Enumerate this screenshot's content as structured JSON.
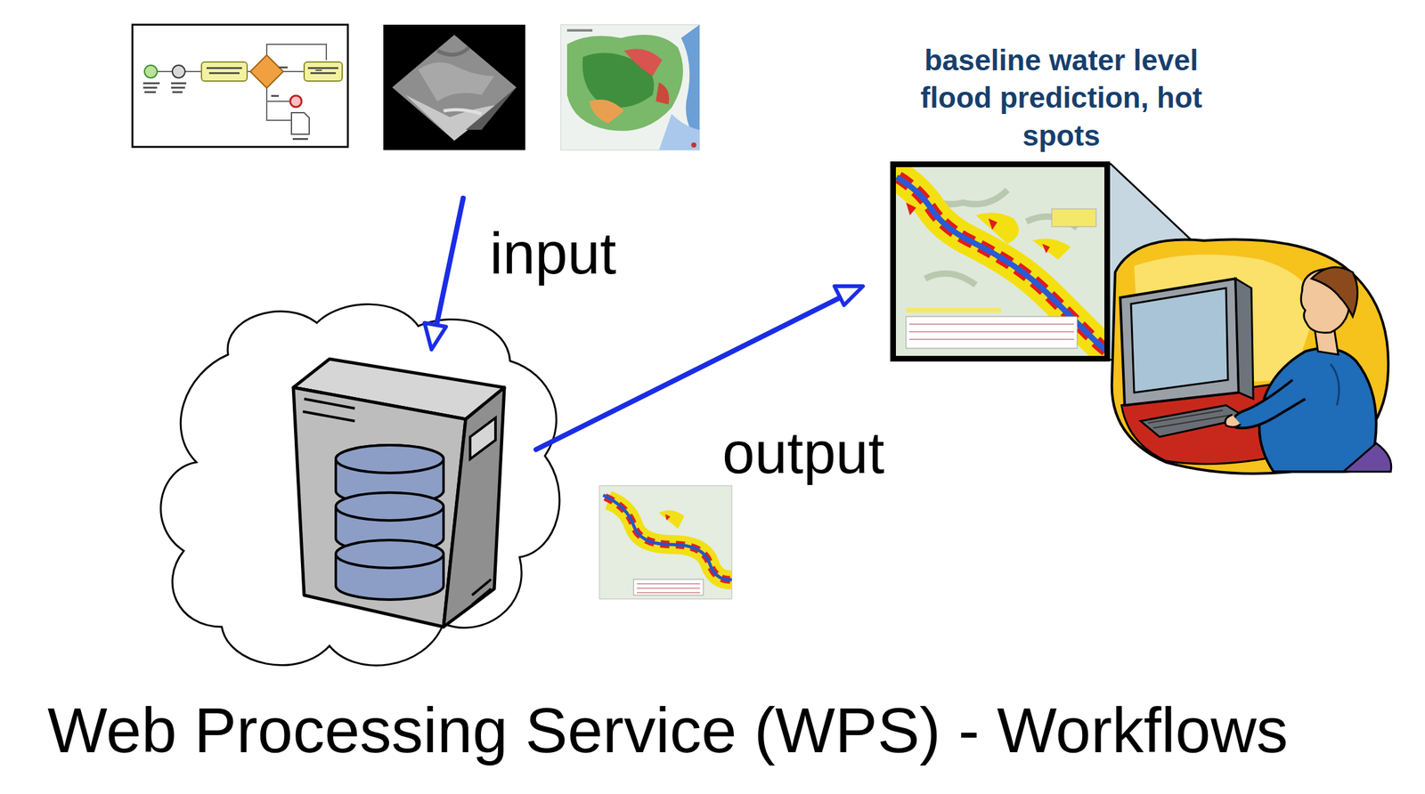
{
  "diagram": {
    "caption": "Web Processing Service (WPS) - Workflows",
    "nodes": [
      {
        "text": [
          "baseline water level flood prediction, hot spots"
        ]
      }
    ],
    "labels": [
      "input",
      "output"
    ]
  }
}
